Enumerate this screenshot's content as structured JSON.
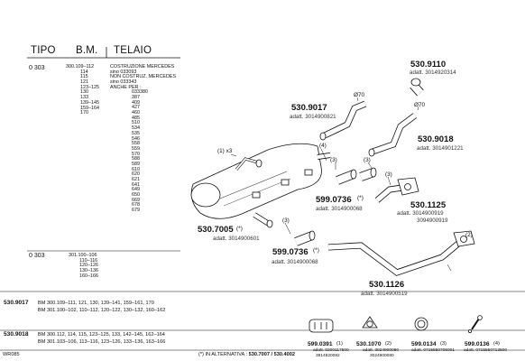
{
  "table": {
    "headers": [
      "TIPO",
      "B.M.",
      "TELAIO"
    ],
    "row1": {
      "tipo": "0 303",
      "bm": [
        "300.109–112",
        "114",
        "115",
        "121",
        "123–125",
        "130",
        "133",
        "139–145",
        "159–164",
        "170"
      ],
      "telaio_a": [
        "COSTRUZIONE MERCEDES",
        "sino 033093",
        "NON COSTRUZ. MERCEDES",
        "sino 033343",
        "ANCHE PER :",
        "033380"
      ],
      "telaio_b": [
        "387",
        "409",
        "427",
        "460",
        "485",
        "510",
        "534",
        "535",
        "546",
        "558",
        "559",
        "570",
        "588",
        "589",
        "610",
        "620",
        "621",
        "641",
        "649",
        "650",
        "669",
        "678",
        "679"
      ]
    },
    "row2": {
      "tipo": "0 303",
      "bm": [
        "301.100–106",
        "110–116",
        "120–126",
        "130–136",
        "160–166"
      ]
    }
  },
  "fitments": [
    {
      "part": "530.9017",
      "lines": [
        "BM 300.109–111, 121, 130, 139–141, 159–161, 170",
        "BM 301.100–102, 110–112, 120–122, 130–132, 160–162"
      ]
    },
    {
      "part": "530.9018",
      "lines": [
        "BM 300.112, 114, 115, 123–125, 133, 142–145, 162–164",
        "BM 301.103–106, 113–116, 123–126, 133–136, 163–166"
      ]
    }
  ],
  "parts": {
    "p9110": {
      "number": "530.9110",
      "ref": "adatt. 3014920314"
    },
    "p9017": {
      "number": "530.9017",
      "ref": "adatt. 3014900821"
    },
    "p9018": {
      "number": "530.9018",
      "ref": "adatt. 3014901221"
    },
    "p0736a": {
      "number": "599.0736",
      "star": "(*)",
      "ref": "adatt. 3014900068"
    },
    "p1125": {
      "number": "530.1125",
      "ref1": "adatt. 3014900919",
      "ref2": "3094900919"
    },
    "p7005": {
      "number": "530.7005",
      "star": "(*)",
      "ref": "adatt. 3014900601"
    },
    "p0736b": {
      "number": "599.0736",
      "star": "(*)",
      "ref": "adatt. 3014900068"
    },
    "p1126": {
      "number": "530.1126",
      "ref": "adatt. 3014900519"
    }
  },
  "callouts": {
    "c1": "(1) x3",
    "c4": "(4)",
    "c3a": "(3)",
    "c3b": "(3)",
    "c3c": "(3)",
    "c3d": "(3)",
    "c2": "(2)",
    "phi70a": "Ø70",
    "phi70b": "Ø70"
  },
  "footer": {
    "code": "WR085",
    "note": "(*) IN ALTERNATIVA : ",
    "note_bold": "530.7007 / 530.4002",
    "accessories": [
      {
        "number": "599.0391",
        "idx": "(1)",
        "refs": [
          "adatt. 0200117500",
          "3814920082"
        ]
      },
      {
        "number": "530.1070",
        "idx": "(2)",
        "refs": [
          "adatt. 3024900080",
          "3024900080"
        ]
      },
      {
        "number": "599.0134",
        "idx": "(3)",
        "refs": [
          "adatt. 0715550705001"
        ]
      },
      {
        "number": "599.0136",
        "idx": "(4)",
        "refs": [
          "adatt. 0715550713500"
        ]
      }
    ]
  }
}
